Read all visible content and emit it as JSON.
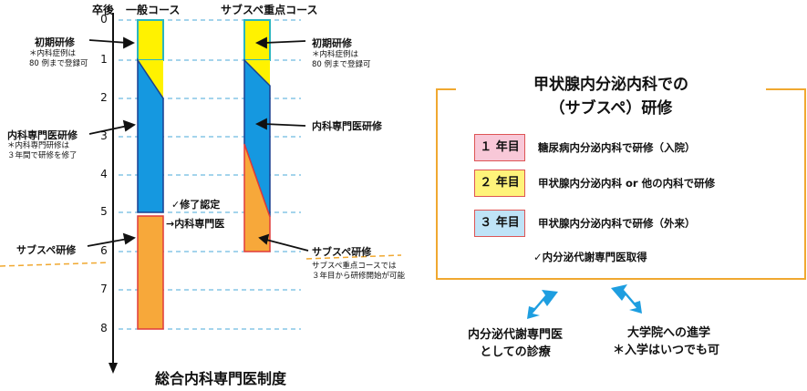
{
  "left": {
    "axis_header": "卒後",
    "columns": {
      "general": "一般コース",
      "subspe": "サブスペ重点コース"
    },
    "ticks": [
      "0",
      "1",
      "2",
      "3",
      "4",
      "5",
      "6",
      "7",
      "8"
    ],
    "labels": {
      "initial": "初期研修",
      "initial_note": [
        "＊内科症例は",
        "80 例まで登録可"
      ],
      "specialist": "内科専門医研修",
      "specialist_note": [
        "＊内科専門研修は",
        "３年間で研修を修了"
      ],
      "subspe": "サブスペ研修",
      "completion": "✓修了認定",
      "to_specialist": "→内科専門医",
      "right_initial": "初期研修",
      "right_initial_note": [
        "＊内科症例は",
        "80 例まで登録可"
      ],
      "right_specialist": "内科専門医研修",
      "right_subspe": "サブスペ研修",
      "right_subspe_note": [
        "サブスペ重点コースでは",
        "３年目から研修開始が可能"
      ]
    },
    "caption": "総合内科専門医制度",
    "colors": {
      "yellow": "#fff200",
      "blue": "#1598e0",
      "orange": "#f7a83a",
      "teal_border": "#2bb5c0",
      "dash": "#4aa8d8"
    }
  },
  "right": {
    "title_line1": "甲状腺内分泌内科での",
    "title_line2": "（サブスペ）研修",
    "years": [
      {
        "badge": "１ 年目",
        "text": "糖尿病内分泌内科で研修（入院）",
        "color": "#f8c8d8"
      },
      {
        "badge": "２ 年目",
        "text": "甲状腺内分泌内科 or 他の内科で研修",
        "color": "#fff37a"
      },
      {
        "badge": "３ 年目",
        "text": "甲状腺内分泌内科で研修（外来）",
        "color": "#bfe3f7"
      }
    ],
    "certification": "✓内分泌代謝専門医取得",
    "outcome_left": [
      "内分泌代謝専門医",
      "としての診療"
    ],
    "outcome_right": [
      "大学院への進学",
      "＊入学はいつでも可"
    ]
  }
}
